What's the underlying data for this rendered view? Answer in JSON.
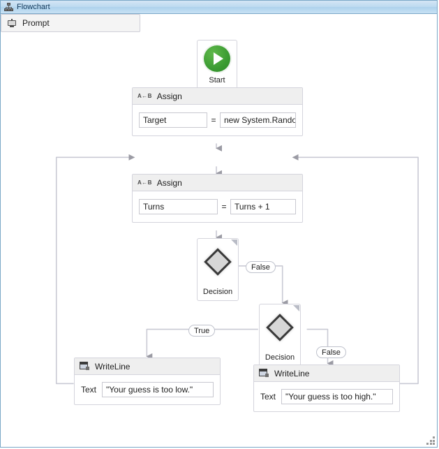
{
  "window": {
    "title": "Flowchart",
    "icon": "flowchart-icon"
  },
  "nodes": {
    "start": {
      "label": "Start",
      "icon": "play-icon"
    },
    "assign_target": {
      "title": "Assign",
      "icon": "assign-ab-icon",
      "left_value": "Target",
      "operator": "=",
      "right_value": "new System.Random"
    },
    "prompt": {
      "title": "Prompt",
      "icon": "monitor-icon"
    },
    "assign_turns": {
      "title": "Assign",
      "icon": "assign-ab-icon",
      "left_value": "Turns",
      "operator": "=",
      "right_value": "Turns + 1"
    },
    "decision_1": {
      "label": "Decision",
      "icon": "diamond-icon"
    },
    "decision_2": {
      "label": "Decision",
      "icon": "diamond-icon"
    },
    "writeline_low": {
      "title": "WriteLine",
      "icon": "writeline-icon",
      "field_label": "Text",
      "field_value": "\"Your guess is too low.\""
    },
    "writeline_high": {
      "title": "WriteLine",
      "icon": "writeline-icon",
      "field_label": "Text",
      "field_value": "\"Your guess is too high.\""
    }
  },
  "branch_labels": {
    "decision1_false": "False",
    "decision2_true": "True",
    "decision2_false": "False"
  },
  "colors": {
    "titlebar_border": "#7aa7c7",
    "titlebar_fill": "#bcdaf0",
    "node_border": "#d4d4dc",
    "node_header": "#efefef",
    "connector": "#c9cad4",
    "start_green": "#3b9b32"
  }
}
